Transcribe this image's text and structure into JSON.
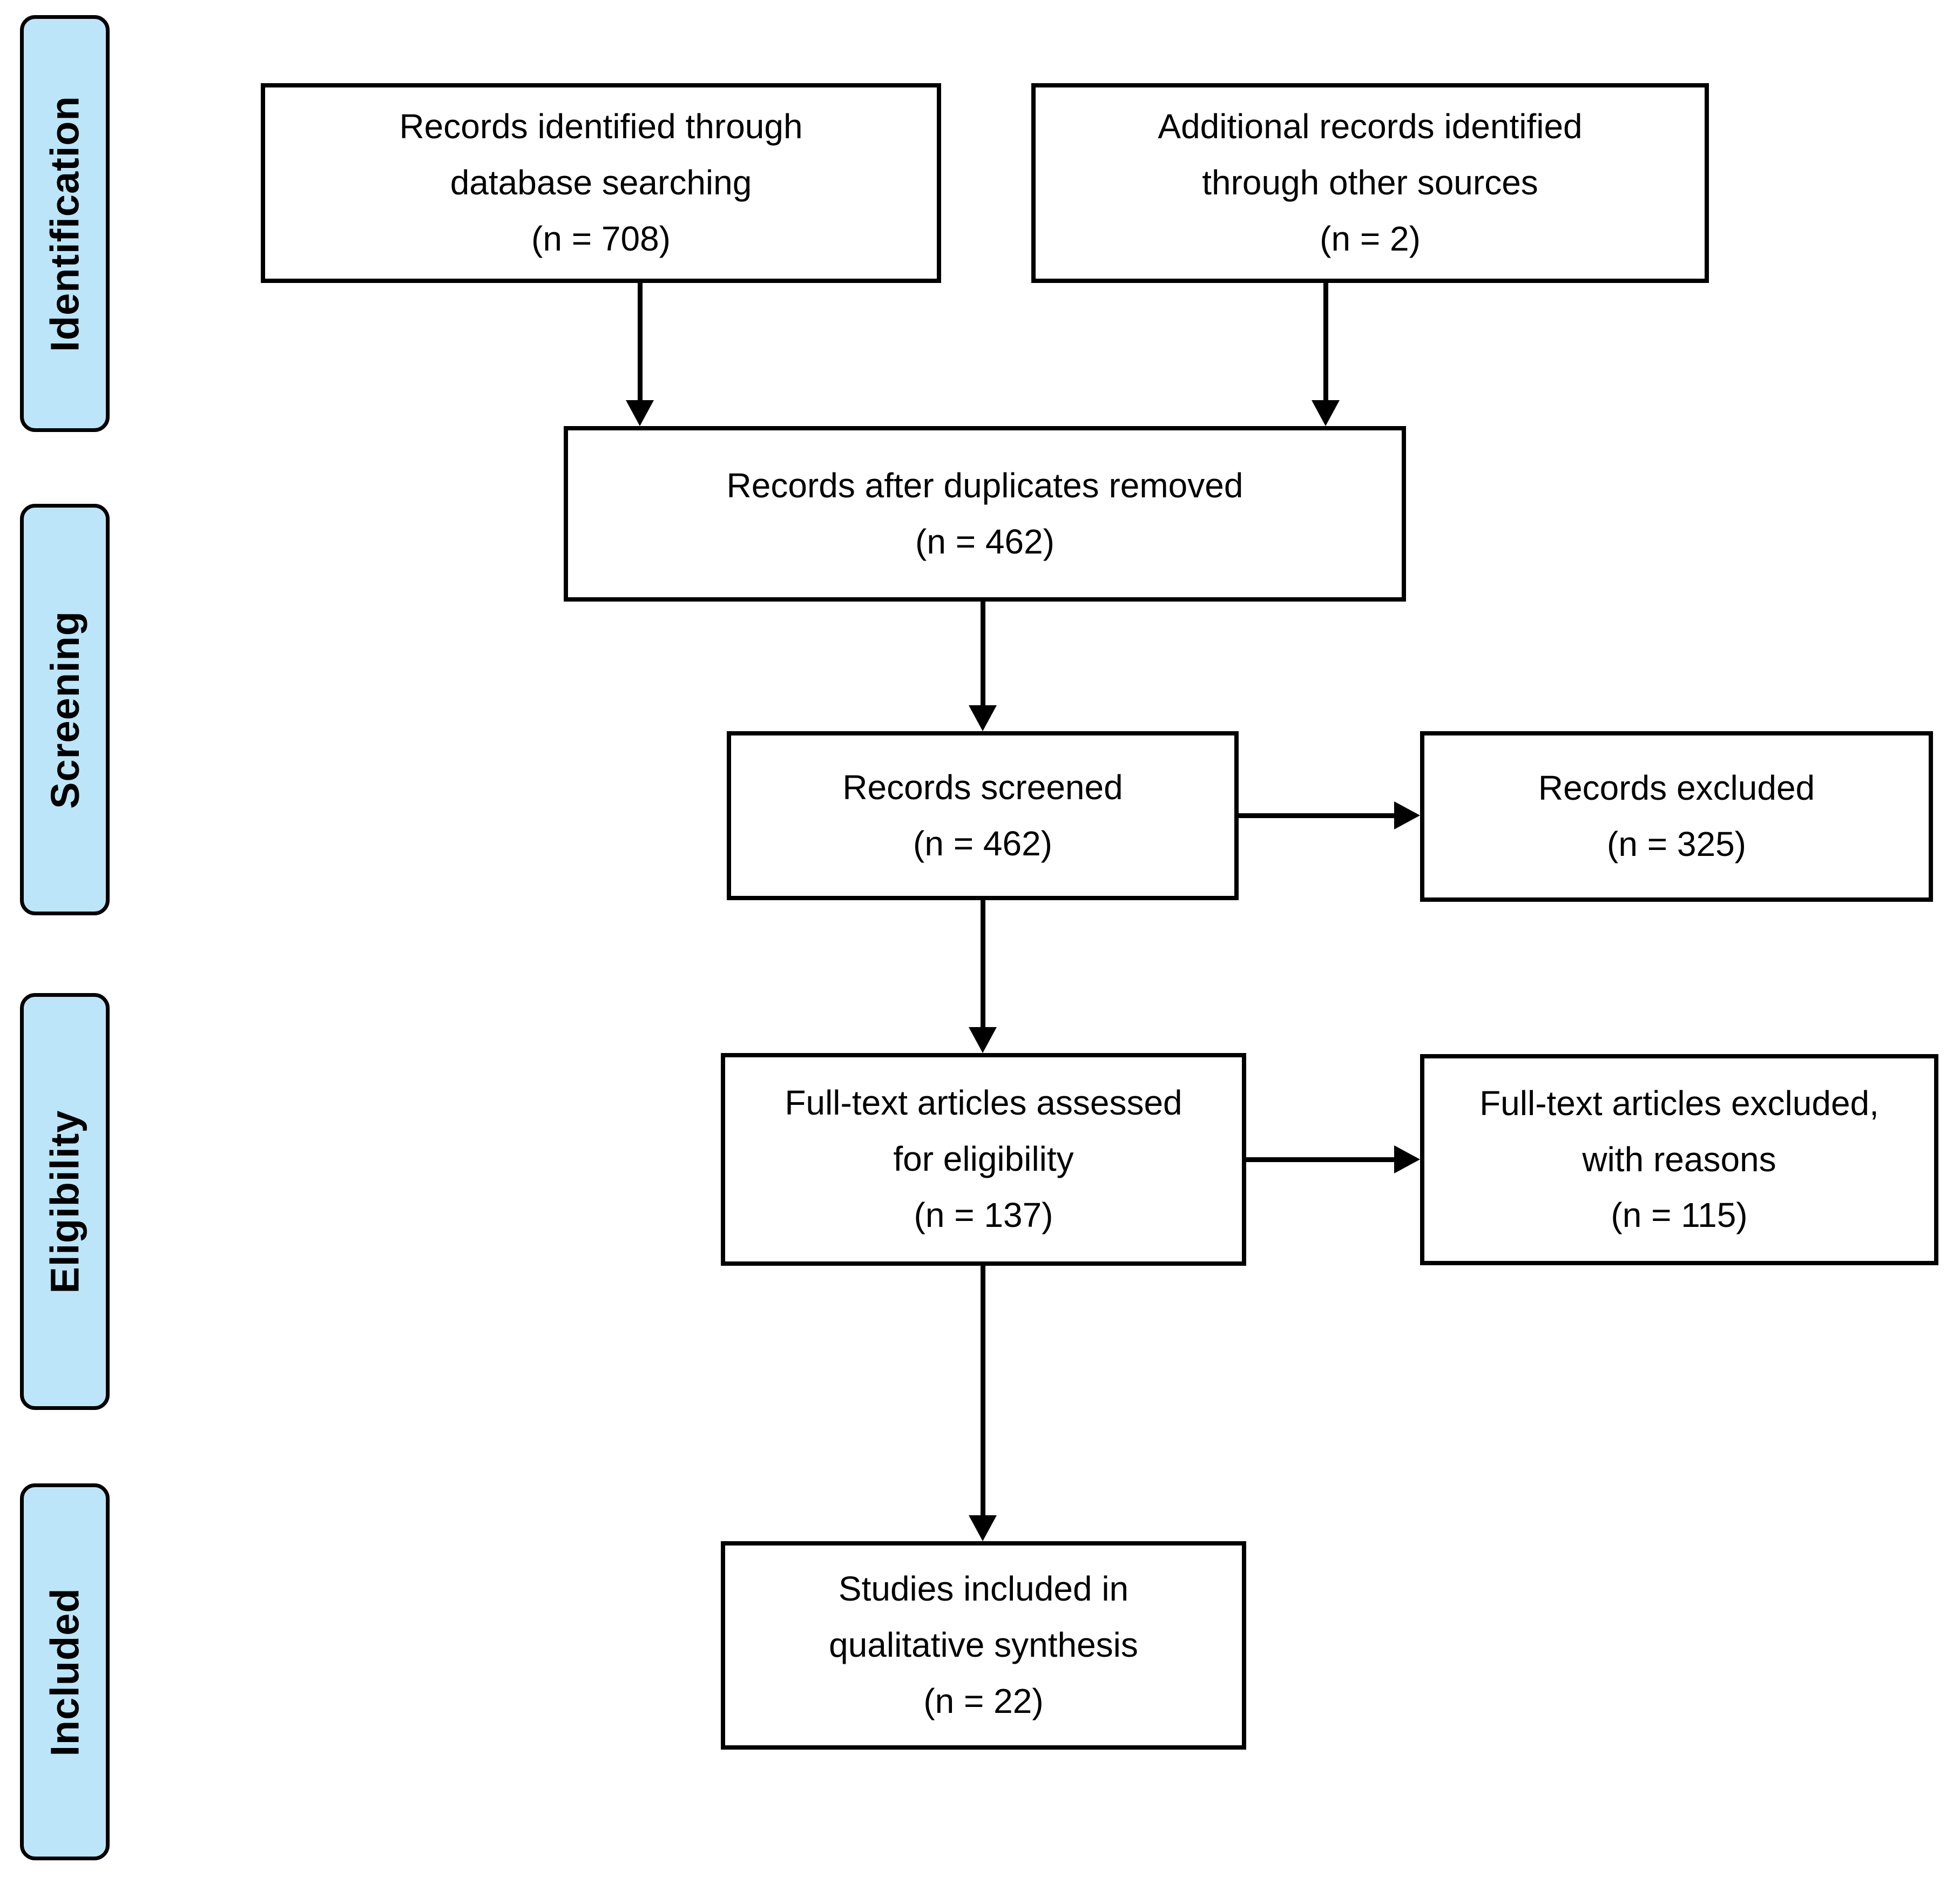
{
  "stages": [
    {
      "id": "identification",
      "label": "Identification"
    },
    {
      "id": "screening",
      "label": "Screening"
    },
    {
      "id": "eligibility",
      "label": "Eligibility"
    },
    {
      "id": "included",
      "label": "Included"
    }
  ],
  "boxes": [
    {
      "id": "records-identified",
      "lines": [
        "Records identified through",
        "database searching",
        "(n = 708)"
      ]
    },
    {
      "id": "additional-records",
      "lines": [
        "Additional records identified",
        "through other sources",
        "(n = 2)"
      ]
    },
    {
      "id": "after-duplicates",
      "lines": [
        "Records after duplicates removed",
        "(n = 462)"
      ]
    },
    {
      "id": "records-screened",
      "lines": [
        "Records screened",
        "(n = 462)"
      ]
    },
    {
      "id": "records-excluded",
      "lines": [
        "Records excluded",
        "(n = 325)"
      ]
    },
    {
      "id": "fulltext-assessed",
      "lines": [
        "Full-text articles assessed",
        "for eligibility",
        "(n = 137)"
      ]
    },
    {
      "id": "fulltext-excluded",
      "lines": [
        "Full-text articles excluded,",
        "with reasons",
        "(n = 115)"
      ]
    },
    {
      "id": "studies-included",
      "lines": [
        "Studies included in",
        "qualitative synthesis",
        "(n = 22)"
      ]
    }
  ],
  "colors": {
    "stage_fill": "#bde5f9",
    "border": "#000000",
    "background": "#ffffff",
    "text": "#000000"
  }
}
